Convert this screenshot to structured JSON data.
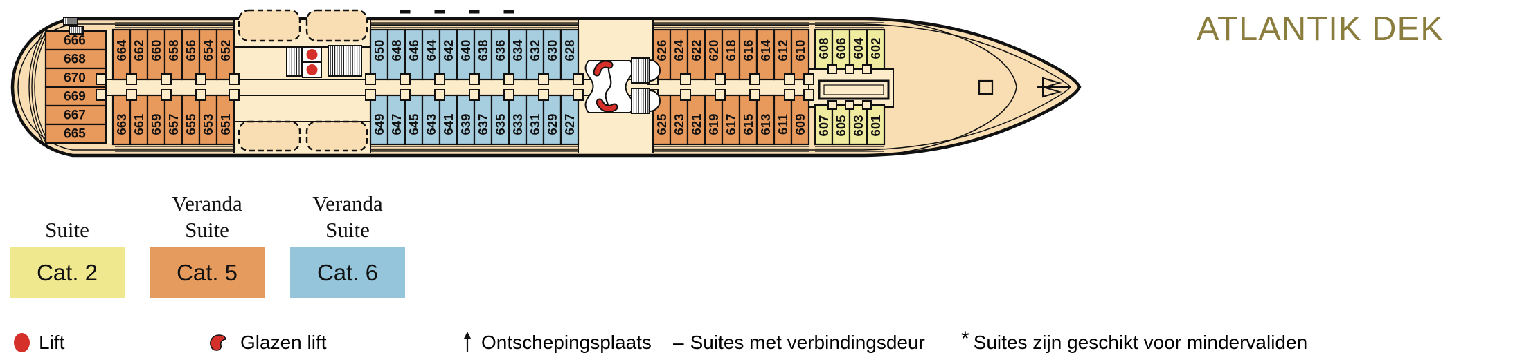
{
  "title": "ATLANTIK DEK",
  "deck": {
    "stern_cabins": [
      "666",
      "668",
      "670",
      "669",
      "667",
      "665"
    ],
    "aft_orange_top": [
      "664",
      "662",
      "660",
      "658",
      "656",
      "654",
      "652"
    ],
    "aft_orange_bottom": [
      "663",
      "661",
      "659",
      "657",
      "655",
      "653",
      "651"
    ],
    "mid_blue_top": [
      "650",
      "648",
      "646",
      "644",
      "642",
      "640",
      "638",
      "636",
      "634",
      "632",
      "630",
      "628"
    ],
    "mid_blue_bottom": [
      "649",
      "647",
      "645",
      "643",
      "641",
      "639",
      "637",
      "635",
      "633",
      "631",
      "629",
      "627"
    ],
    "fwd_orange_top": [
      "626",
      "624",
      "622",
      "620",
      "618",
      "616",
      "614",
      "612",
      "610"
    ],
    "fwd_orange_bottom": [
      "625",
      "623",
      "621",
      "619",
      "617",
      "615",
      "613",
      "611",
      "609"
    ],
    "fwd_yellow_top": [
      "608",
      "606",
      "604",
      "602"
    ],
    "fwd_yellow_bottom": [
      "607",
      "605",
      "603",
      "601"
    ],
    "connecting_door_pairs": [
      "648-646",
      "644-642",
      "640-638",
      "636-634"
    ]
  },
  "categories": [
    {
      "name": "Suite",
      "label": "Cat. 2",
      "color": "#efe88f"
    },
    {
      "name": "Veranda Suite",
      "label": "Cat. 5",
      "color": "#e59b5e"
    },
    {
      "name": "Veranda Suite",
      "label": "Cat. 6",
      "color": "#95c5da"
    }
  ],
  "legend": {
    "lift": "Lift",
    "glazen": "Glazen lift",
    "ontscheping": "Ontschepingsplaats",
    "verbindingsdeur_prefix": "–",
    "verbindingsdeur": "Suites met verbindingsdeur",
    "mindervaliden_prefix": "*",
    "mindervaliden": "Suites zijn geschikt voor mindervaliden"
  },
  "colors": {
    "hull": "#f8deb2",
    "deck": "#fdecca",
    "orange": "#e8995c",
    "blue": "#a7cedf",
    "yellow": "#efec9f",
    "red": "#d5312a",
    "line": "#111111",
    "title": "#8b7d3e",
    "white": "#ffffff"
  }
}
